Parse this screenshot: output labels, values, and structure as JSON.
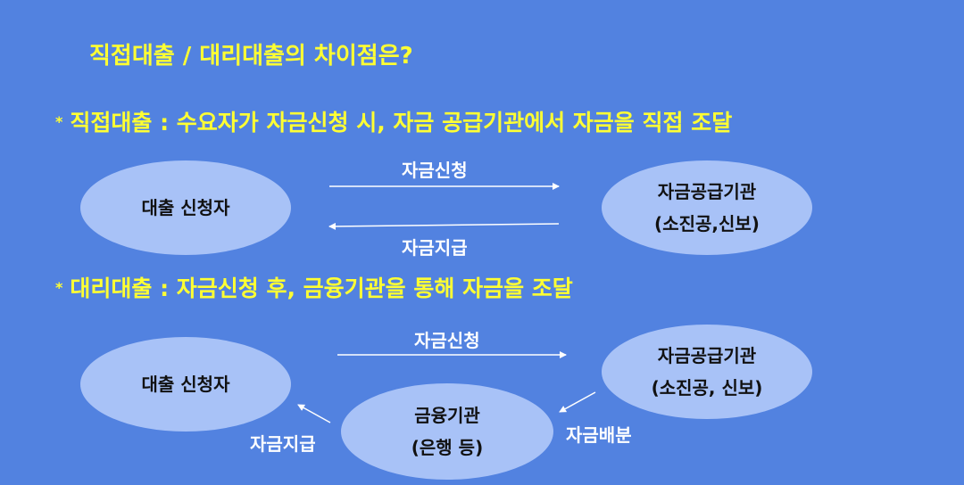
{
  "title": "직접대출 / 대리대출의 차이점은?",
  "sections": {
    "direct": {
      "bullet": "*",
      "text": "직접대출 : 수요자가 자금신청 시, 자금 공급기관에서 자금을 직접 조달"
    },
    "agency": {
      "bullet": "*",
      "text": "대리대출 : 자금신청 후, 금융기관을 통해 자금을 조달"
    }
  },
  "diagram_direct": {
    "applicant": "대출 신청자",
    "supplier": {
      "name": "자금공급기관",
      "detail": "(소진공,신보)"
    },
    "request_label": "자금신청",
    "payment_label": "자금지급"
  },
  "diagram_agency": {
    "applicant": "대출 신청자",
    "supplier": {
      "name": "자금공급기관",
      "detail": "(소진공, 신보)"
    },
    "bank": {
      "name": "금융기관",
      "detail": "(은행 등)"
    },
    "request_label": "자금신청",
    "payment_label": "자금지급",
    "distribution_label": "자금배분"
  },
  "colors": {
    "background": "#5282e0",
    "heading": "#ffff33",
    "node_fill": "#a8c2f7",
    "edge": "#ffffff"
  }
}
